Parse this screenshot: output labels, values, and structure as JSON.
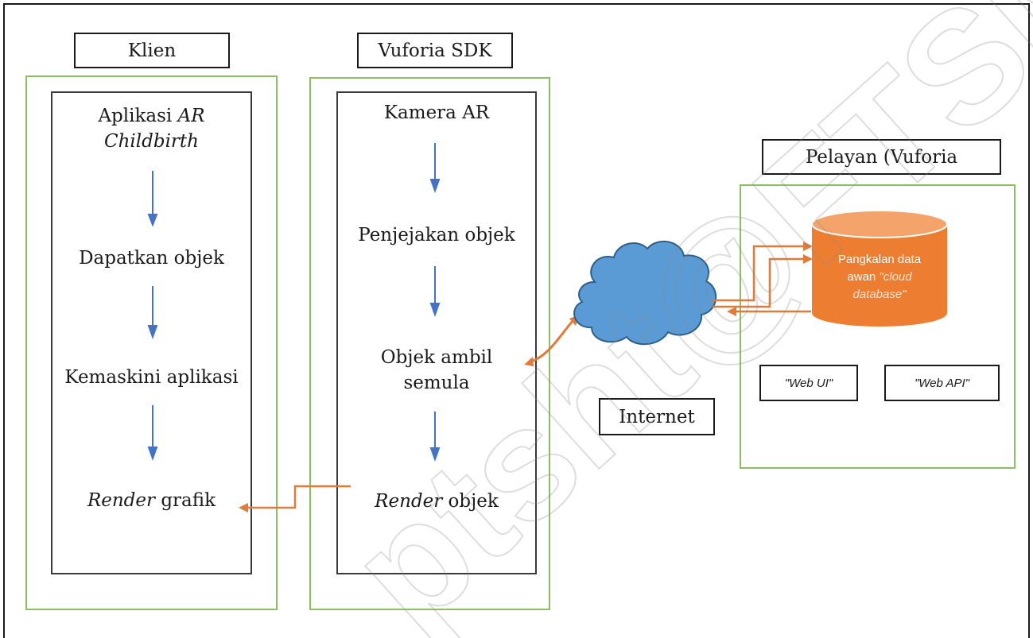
{
  "client": {
    "title": "Klien",
    "app_line1_plain": "Aplikasi ",
    "app_line1_italic": "AR",
    "app_line2_italic": "Childbirth",
    "step_get": "Dapatkan objek",
    "step_update": "Kemaskini aplikasi",
    "render_italic": "Render",
    "render_plain": " grafik"
  },
  "sdk": {
    "title": "Vuforia SDK",
    "camera": "Kamera AR",
    "tracking": "Penjejakan objek",
    "retrieve_line1": "Objek ambil",
    "retrieve_line2": "semula",
    "render_italic": "Render",
    "render_plain": " objek"
  },
  "internet": {
    "label": "Internet"
  },
  "server": {
    "title": "Pelayan (Vuforia",
    "db_line1": "Pangkalan data",
    "db_line2_plain": "awan ",
    "db_line2_italic": "\"cloud",
    "db_line3_italic": "database\"",
    "web_ui": "\"Web UI\"",
    "web_api": "\"Web API\""
  },
  "watermark": "ptsht@FTSM",
  "colors": {
    "green_border": "#8cbf62",
    "arrow_blue": "#4472c4",
    "arrow_orange": "#e07b39",
    "cloud_fill": "#5b9bd5",
    "cloud_stroke": "#2e5f8a",
    "db_fill": "#ed7d31"
  }
}
